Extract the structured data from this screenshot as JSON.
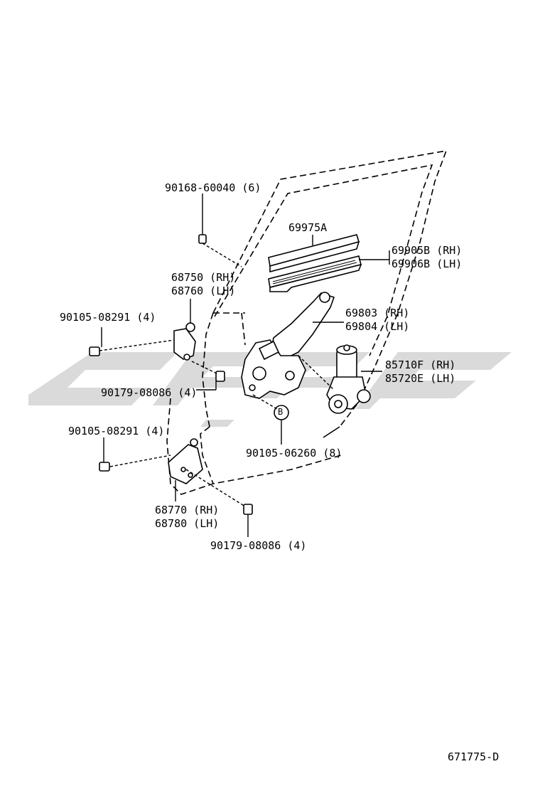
{
  "labels": {
    "p_90168": "90168-60040 (6)",
    "p_69975A": "69975A",
    "p_69905B": "69905B (RH)",
    "p_69906B": "69906B (LH)",
    "p_68750": "68750 (RH)",
    "p_68760": "68760 (LH)",
    "p_90105_top": "90105-08291 (4)",
    "p_69803": "69803 (RH)",
    "p_69804": "69804 (LH)",
    "p_85710F": "85710F (RH)",
    "p_85720E": "85720E (LH)",
    "p_90179_top": "90179-08086 (4)",
    "p_90105_bot": "90105-08291 (4)",
    "p_90105_06260": "90105-06260 (8)",
    "p_68770": "68770 (RH)",
    "p_68780": "68780 (LH)",
    "p_90179_bot": "90179-08086 (4)",
    "callout_b": "B"
  },
  "diagram_ref": "671775-D",
  "colors": {
    "line": "#000000",
    "watermark": "#d9d9d9"
  }
}
